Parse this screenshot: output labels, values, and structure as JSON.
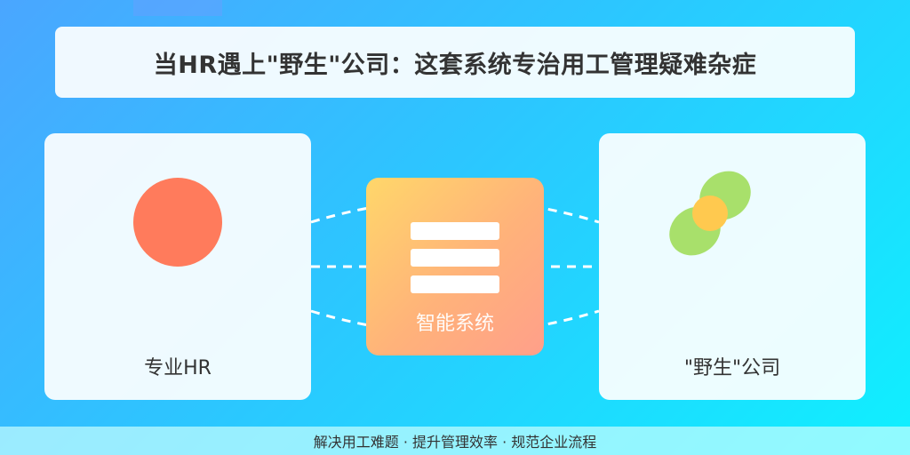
{
  "title": "当HR遇上\"野生\"公司：这套系统专治用工管理疑难杂症",
  "left_card": {
    "label": "专业HR",
    "icon": "circle-icon",
    "icon_color": "#ff7b5c"
  },
  "right_card": {
    "label": "\"野生\"公司",
    "icon": "leaf-cluster-icon",
    "colors": {
      "leaf": "#a8e06b",
      "center": "#ffc94f"
    }
  },
  "system": {
    "label": "智能系统",
    "icon": "list-lines-icon"
  },
  "footer": {
    "text": "解决用工难题 · 提升管理效率 · 规范企业流程"
  },
  "colors": {
    "background_start": "#4aa6ff",
    "background_end": "#0ff0ff",
    "connector": "#ffffff"
  }
}
